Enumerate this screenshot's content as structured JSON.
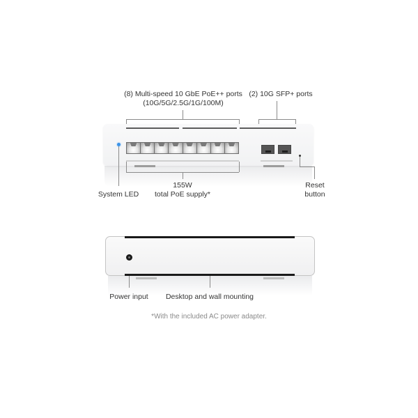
{
  "front_view": {
    "callouts": {
      "ethernet_ports_line1": "(8) Multi-speed 10 GbE PoE++ ports",
      "ethernet_ports_line2": "(10G/5G/2.5G/1G/100M)",
      "sfp_ports": "(2) 10G SFP+ ports",
      "system_led": "System LED",
      "poe_supply_line1": "155W",
      "poe_supply_line2": "total PoE supply*",
      "reset_line1": "Reset",
      "reset_line2": "button"
    },
    "rj45_port_count": 8,
    "sfp_port_count": 2,
    "led_color": "#3b93e8"
  },
  "rear_view": {
    "callouts": {
      "power_input": "Power input",
      "mounting": "Desktop and wall mounting"
    }
  },
  "footnote": "*With the included AC power adapter."
}
